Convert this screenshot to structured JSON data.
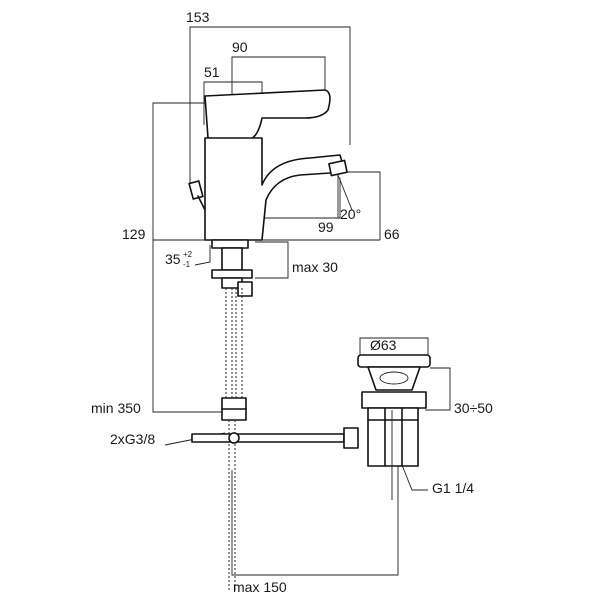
{
  "dimensions": {
    "d153": "153",
    "d90": "90",
    "d51": "51",
    "d20deg": "20°",
    "d99": "99",
    "d129": "129",
    "d66": "66",
    "d35": "35",
    "d35_tol_upper": "+2",
    "d35_tol_lower": "-1",
    "max30": "max 30",
    "d63": "Ø63",
    "min350": "min 350",
    "d30_50": "30÷50",
    "connection": "2xG3/8",
    "thread": "G1 1/4",
    "max150": "max 150"
  }
}
